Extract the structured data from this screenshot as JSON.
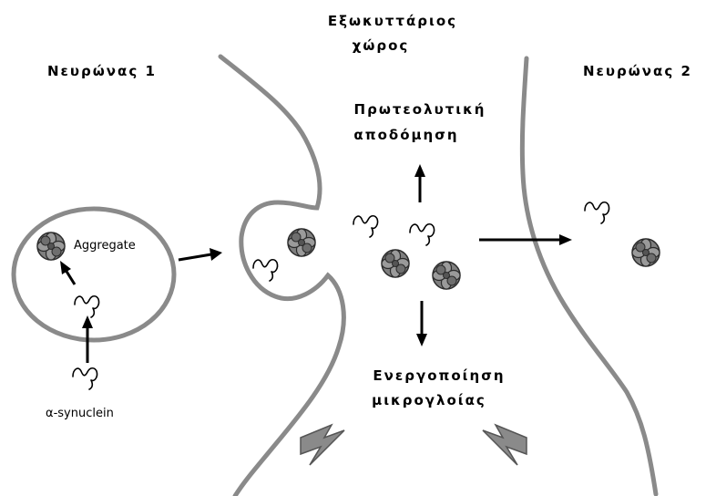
{
  "labels": {
    "extracellular_line1": "Εξωκυττάριος",
    "extracellular_line2": "χώρος",
    "neuron1": "Νευρώνας 1",
    "neuron2": "Νευρώνας 2",
    "proteolysis_line1": "Πρωτεολυτική",
    "proteolysis_line2": "αποδόμηση",
    "microglia_line1": "Ενεργοποίηση",
    "microglia_line2": "μικρογλοίας",
    "aggregate": "Aggregate",
    "alpha_synuclein": "α-synuclein"
  },
  "colors": {
    "membrane": "#8a8a8a",
    "aggregate_fill": "#808080",
    "aggregate_stroke": "#2b2b2b",
    "arrow": "#000000",
    "text": "#000000"
  },
  "icons": {
    "aggregate": "aggregate-cluster-icon",
    "monomer": "alpha-synuclein-squiggle-icon",
    "microglia": "lightning-bolt-icon"
  }
}
